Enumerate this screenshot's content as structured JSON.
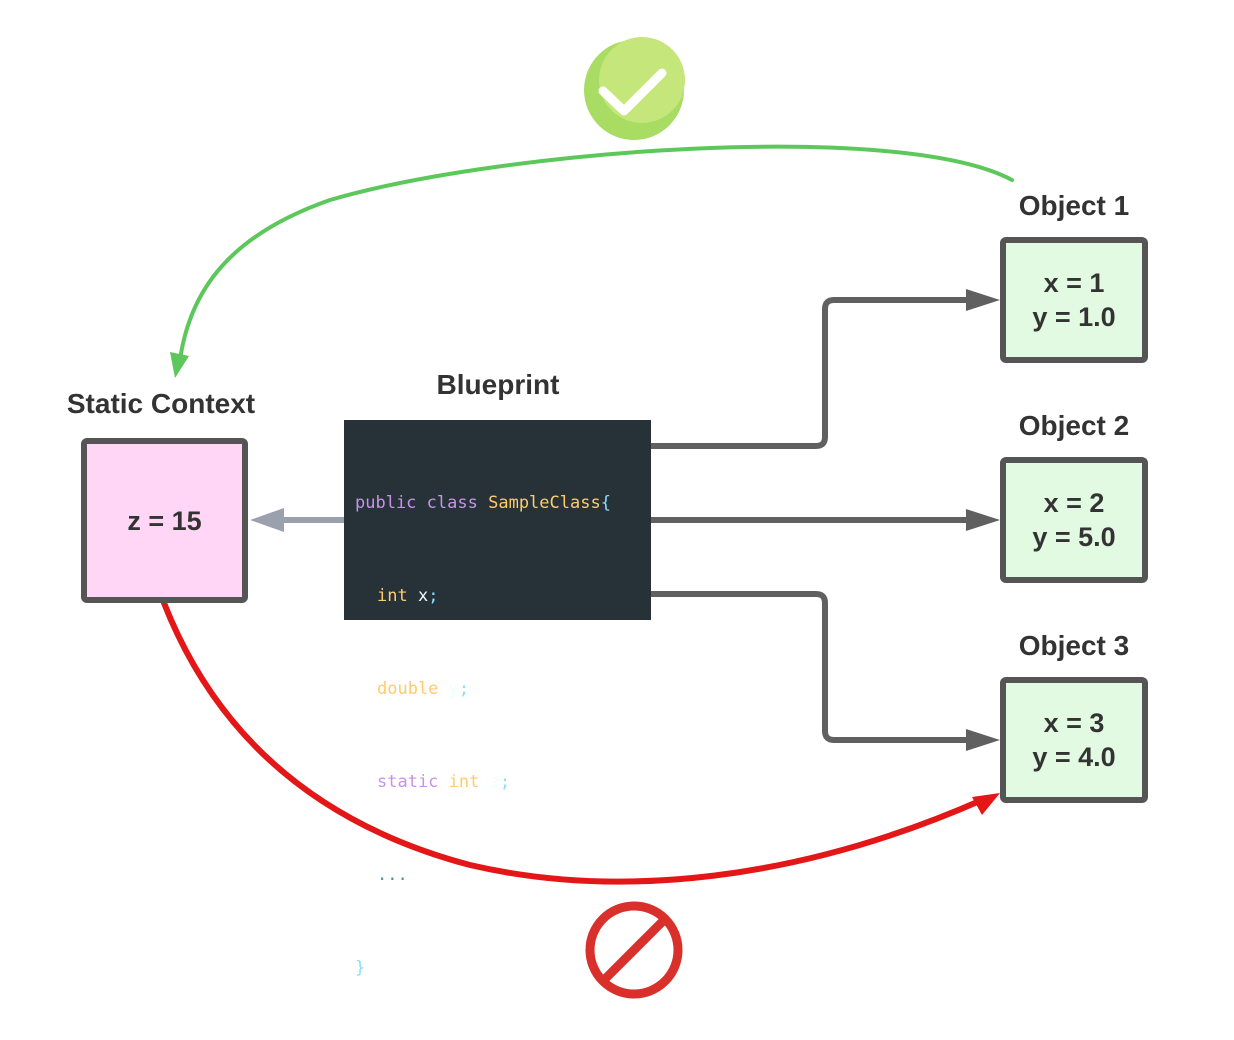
{
  "labels": {
    "static_context": "Static Context",
    "blueprint": "Blueprint",
    "object1": "Object 1",
    "object2": "Object 2",
    "object3": "Object 3"
  },
  "static_box": {
    "value": "z = 15"
  },
  "objects": [
    {
      "x": "x = 1",
      "y": "y = 1.0"
    },
    {
      "x": "x = 2",
      "y": "y = 5.0"
    },
    {
      "x": "x = 3",
      "y": "y = 4.0"
    }
  ],
  "code": {
    "line1": {
      "kw1": "public",
      "kw2": "class",
      "name": "SampleClass",
      "brace": "{"
    },
    "line2": {
      "type": "int",
      "var": "x",
      "semi": ";"
    },
    "line3": {
      "type": "double",
      "var": "y",
      "semi": ";"
    },
    "line4": {
      "kw": "static",
      "type": "int",
      "var": "z",
      "semi": ";"
    },
    "line5": "...",
    "line6": "}"
  },
  "icons": {
    "allowed": "check-circle-icon",
    "forbidden": "prohibited-icon"
  },
  "colors": {
    "allowed_arrow": "#5cc75a",
    "forbidden_arrow": "#e31717",
    "connector": "#606060",
    "static_to_blueprint_arrow": "#9aa1ad",
    "static_box_fill": "#ffd6f5",
    "object_box_fill": "#e2f9e2",
    "code_background": "#263238"
  }
}
